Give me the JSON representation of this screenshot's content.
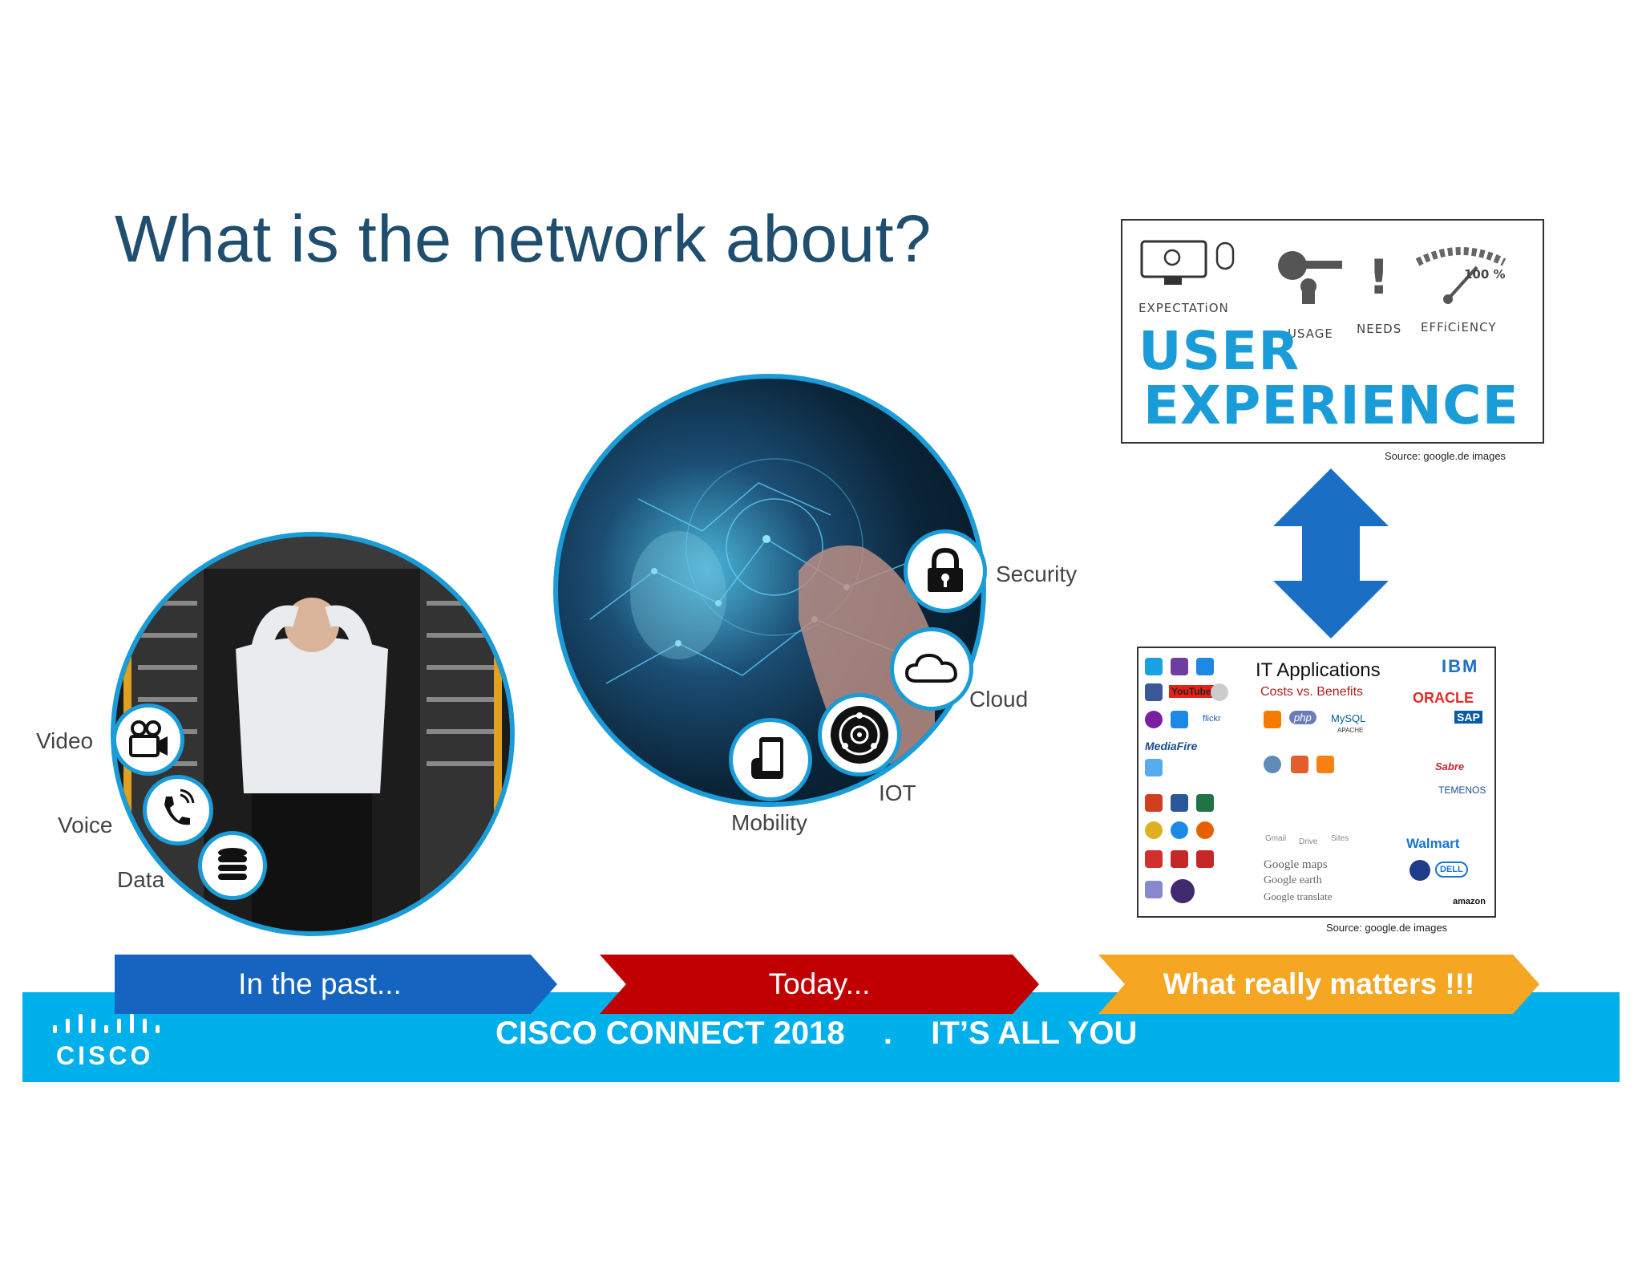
{
  "slide": {
    "title": "What is the network about?"
  },
  "past": {
    "labels": {
      "video": "Video",
      "voice": "Voice",
      "data": "Data"
    },
    "icons": [
      "video-camera-icon",
      "phone-icon",
      "database-icon"
    ]
  },
  "today": {
    "labels": {
      "security": "Security",
      "cloud": "Cloud",
      "iot": "IOT",
      "mobility": "Mobility"
    },
    "icons": [
      "lock-icon",
      "cloud-icon",
      "iot-icon",
      "mobile-icon"
    ]
  },
  "user_experience": {
    "expectation": "EXPECTATiON",
    "usage": "USAGE",
    "needs": "NEEDS",
    "efficiency": "EFFiCiENCY",
    "percent": "100 %",
    "user": "USER",
    "experience": "EXPERIENCE",
    "source": "Source: google.de images"
  },
  "it_apps": {
    "title": "IT Applications",
    "subtitle": "Costs vs. Benefits",
    "brands": [
      "IBM",
      "ORACLE",
      "SAP",
      "Sabre",
      "TEMENOS",
      "Walmart",
      "DELL",
      "amazon",
      "php",
      "MySQL",
      "APACHE",
      "MediaFire",
      "flickr",
      "Gmail",
      "Drive",
      "Sites",
      "Google maps",
      "Google earth",
      "Google translate",
      "YouTube"
    ],
    "source": "Source: google.de images"
  },
  "timeline": {
    "past": "In the past...",
    "today": "Today...",
    "matters": "What really matters !!!"
  },
  "footer": {
    "logo": "CISCO",
    "tagline_left": "CISCO CONNECT 2018",
    "tagline_dot": ".",
    "tagline_right": "IT’S ALL YOU"
  },
  "colors": {
    "title": "#1f4e6e",
    "accent_blue": "#1a9cd8",
    "footer": "#00b0ea",
    "chevron_past": "#1565c0",
    "chevron_today": "#c00000",
    "chevron_matters": "#f5a623",
    "arrow": "#1a6fc4"
  }
}
